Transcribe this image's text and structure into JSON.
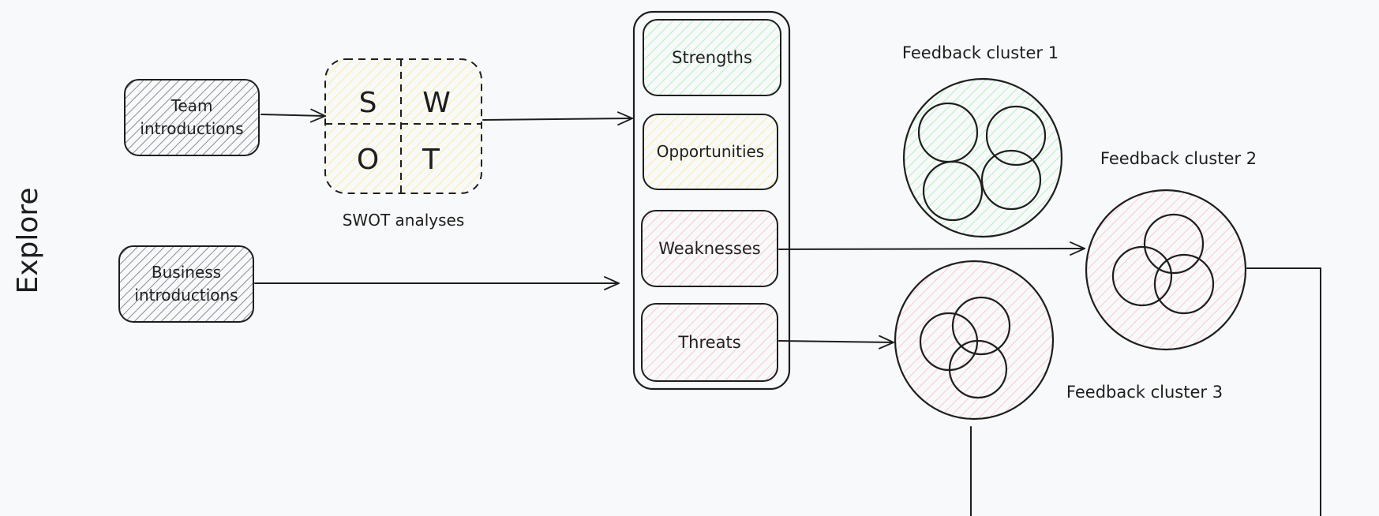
{
  "colors": {
    "stroke": "#1e1e1e",
    "green": "#b2f2bb",
    "yellow": "#ffec99",
    "red": "#ffc9c9",
    "gray": "#868e96",
    "background": "#f8f9fa"
  },
  "side_label": "Explore",
  "inputs": {
    "team": [
      "Team",
      "introductions"
    ],
    "business": [
      "Business",
      "introductions"
    ]
  },
  "swot_grid": {
    "cells": [
      "S",
      "W",
      "O",
      "T"
    ],
    "caption": "SWOT analyses"
  },
  "categories": {
    "strengths": "Strengths",
    "opportunities": "Opportunities",
    "weaknesses": "Weaknesses",
    "threats": "Threats"
  },
  "clusters": {
    "c1": "Feedback cluster 1",
    "c2": "Feedback cluster 2",
    "c3": "Feedback cluster 3"
  }
}
